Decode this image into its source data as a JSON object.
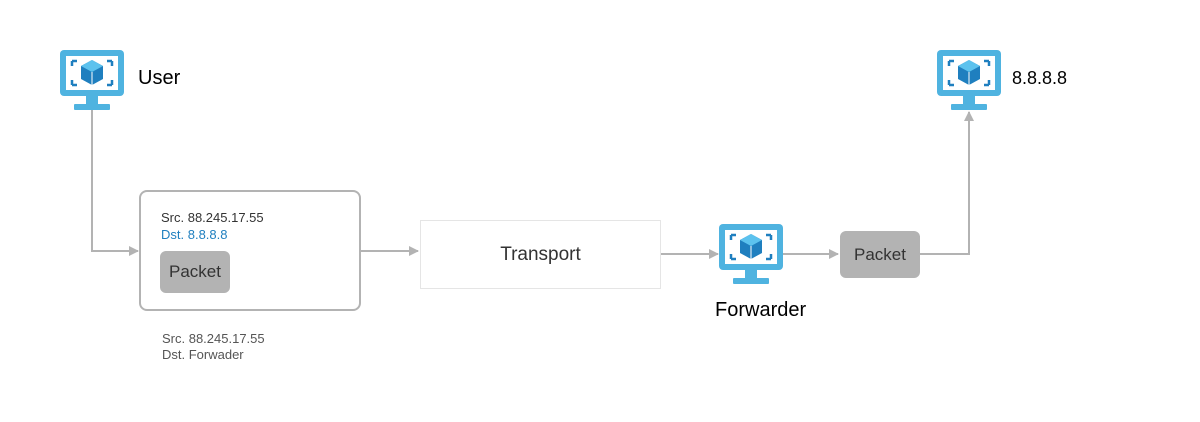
{
  "nodes": {
    "user": {
      "label": "User",
      "icon": "virtual-machine-icon"
    },
    "dns": {
      "label": "8.8.8.8",
      "icon": "virtual-machine-icon"
    },
    "forwarder": {
      "label": "Forwarder",
      "icon": "virtual-machine-icon"
    }
  },
  "inner_packet": {
    "src": "Src. 88.245.17.55",
    "dst": "Dst. 8.8.8.8",
    "label": "Packet"
  },
  "outer_header": {
    "src": "Src. 88.245.17.55",
    "dst": "Dst. Forwader"
  },
  "transport": {
    "label": "Transport"
  },
  "forwarded_packet": {
    "label": "Packet"
  },
  "colors": {
    "icon_blue": "#4fb3e0",
    "icon_dark_blue": "#1f7fbf",
    "connector_gray": "#b3b3b3",
    "packet_gray": "#b3b3b3",
    "dst_text_blue": "#1f7fbf"
  }
}
